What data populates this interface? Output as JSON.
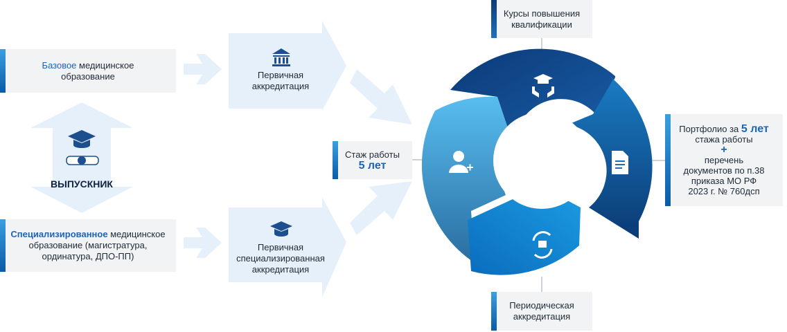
{
  "inputs": {
    "basic": {
      "highlight": "Базовое",
      "rest_line1": " медицинское",
      "line2": "образование"
    },
    "specialized": {
      "highlight": "Специализированное",
      "rest_line1": " медицинское",
      "line2": "образование (магистратура,",
      "line3": "ординатура, ДПО-ПП)"
    }
  },
  "graduate": {
    "label": "ВЫПУСКНИК"
  },
  "accreditations": {
    "primary": {
      "line1": "Первичная",
      "line2": "аккредитация"
    },
    "specialized": {
      "line1": "Первичная",
      "line2": "специализированная",
      "line3": "аккредитация"
    }
  },
  "experience": {
    "label": "Стаж работы",
    "value": "5 лет"
  },
  "cycle": {
    "courses": {
      "line1": "Курсы повышения",
      "line2": "квалификации"
    },
    "portfolio": {
      "prefix": "Портфолио за ",
      "years": "5 лет",
      "line2": "стажа работы",
      "plus": "+",
      "line4": "перечень",
      "line5": "документов по п.38",
      "line6": "приказа МО РФ",
      "line7": "2023 г. № 760дсп"
    },
    "periodic": {
      "line1": "Периодическая",
      "line2": "аккредитация"
    }
  },
  "icons": [
    "hands-graduation-icon",
    "document-icon",
    "renew-icon",
    "user-add-icon",
    "institution-icon",
    "graduation-cap-icon",
    "diploma-icon"
  ],
  "colors": {
    "dark_blue": "#0d3f80",
    "mid_blue": "#1a6fb8",
    "light_blue": "#4db3ea",
    "pale_blue": "#e6f0fb",
    "box_gray": "#f2f3f5"
  }
}
